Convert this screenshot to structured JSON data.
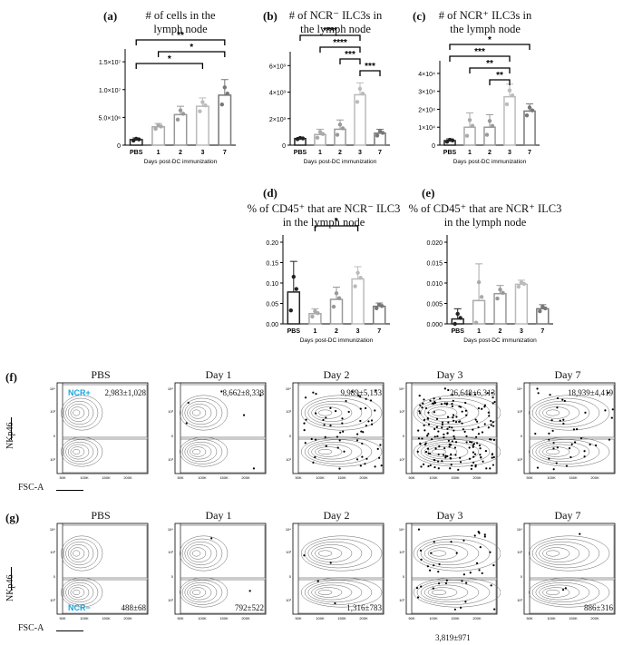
{
  "chart_data": [
    {
      "id": "a",
      "type": "bar",
      "label": "(a)",
      "title": "# of cells in the lymph node",
      "categories": [
        "PBS",
        "1",
        "2",
        "3",
        "7"
      ],
      "values": [
        1000000,
        3300000,
        5500000,
        7000000,
        9000000
      ],
      "errors": [
        300000,
        600000,
        1500000,
        1500000,
        2800000
      ],
      "ylim": [
        0,
        16000000
      ],
      "yticks": [
        "1.5×10⁷",
        "1.0×10⁷",
        "5.0×10⁶",
        "0"
      ],
      "ytick_vals": [
        15000000,
        10000000,
        5000000,
        0
      ],
      "xlabel": "Days post-DC immunization",
      "brackets": [
        {
          "from": 0,
          "to": 4,
          "sig": "**"
        },
        {
          "from": 1,
          "to": 4,
          "sig": "*"
        },
        {
          "from": 0,
          "to": 3,
          "sig": "*"
        }
      ]
    },
    {
      "id": "b",
      "type": "bar",
      "label": "(b)",
      "title": "# of NCR⁻ ILC3s in the lymph node",
      "categories": [
        "PBS",
        "1",
        "2",
        "3",
        "7"
      ],
      "values": [
        500,
        800,
        1200,
        3800,
        900
      ],
      "errors": [
        80,
        400,
        700,
        900,
        300
      ],
      "ylim": [
        0,
        6500
      ],
      "yticks": [
        "6×10³",
        "4×10³",
        "2×10³",
        "0"
      ],
      "ytick_vals": [
        6000,
        4000,
        2000,
        0
      ],
      "xlabel": "Days post-DC immunization",
      "brackets": [
        {
          "from": 0,
          "to": 3,
          "sig": "****"
        },
        {
          "from": 1,
          "to": 3,
          "sig": "****"
        },
        {
          "from": 2,
          "to": 3,
          "sig": "***"
        },
        {
          "from": 3,
          "to": 4,
          "sig": "***"
        }
      ]
    },
    {
      "id": "c",
      "type": "bar",
      "label": "(c)",
      "title": "# of NCR⁺ ILC3s in the lymph node",
      "categories": [
        "PBS",
        "1",
        "2",
        "3",
        "7"
      ],
      "values": [
        2500,
        10000,
        10000,
        27000,
        19000
      ],
      "errors": [
        1000,
        8000,
        7000,
        7000,
        4000
      ],
      "ylim": [
        0,
        43000
      ],
      "yticks": [
        "4×10⁴",
        "3×10⁴",
        "2×10⁴",
        "1×10⁴",
        "0"
      ],
      "ytick_vals": [
        40000,
        30000,
        20000,
        10000,
        0
      ],
      "xlabel": "Days post-DC immunization",
      "brackets": [
        {
          "from": 0,
          "to": 4,
          "sig": "*"
        },
        {
          "from": 0,
          "to": 3,
          "sig": "***"
        },
        {
          "from": 1,
          "to": 3,
          "sig": "**"
        },
        {
          "from": 2,
          "to": 3,
          "sig": "**"
        }
      ]
    },
    {
      "id": "d",
      "type": "bar",
      "label": "(d)",
      "title": "% of CD45⁺ that are NCR⁻ ILC3 in the lymph node",
      "categories": [
        "PBS",
        "1",
        "2",
        "3",
        "7"
      ],
      "values": [
        0.078,
        0.025,
        0.06,
        0.11,
        0.043
      ],
      "errors": [
        0.075,
        0.012,
        0.03,
        0.03,
        0.008
      ],
      "ylim": [
        0,
        0.2
      ],
      "yticks": [
        "0.20",
        "0.15",
        "0.10",
        "0.05",
        "0.00"
      ],
      "ytick_vals": [
        0.2,
        0.15,
        0.1,
        0.05,
        0
      ],
      "xlabel": "Days post-DC immunization",
      "brackets": [
        {
          "from": 1,
          "to": 3,
          "sig": "*"
        }
      ]
    },
    {
      "id": "e",
      "type": "bar",
      "label": "(e)",
      "title": "% of CD45⁺ that are NCR⁺ ILC3 in the lymph node",
      "categories": [
        "PBS",
        "1",
        "2",
        "3",
        "7"
      ],
      "values": [
        0.0012,
        0.0057,
        0.0074,
        0.0097,
        0.0037
      ],
      "errors": [
        0.0025,
        0.009,
        0.002,
        0.001,
        0.001
      ],
      "ylim": [
        0,
        0.02
      ],
      "yticks": [
        "0.020",
        "0.015",
        "0.010",
        "0.005",
        "0.000"
      ],
      "ytick_vals": [
        0.02,
        0.015,
        0.01,
        0.005,
        0
      ],
      "xlabel": "Days post-DC immunization",
      "brackets": []
    }
  ],
  "flow_f": {
    "label": "(f)",
    "tag": "NCR+",
    "panels": [
      {
        "name": "PBS",
        "stat": "2,983±1,028"
      },
      {
        "name": "Day 1",
        "stat": "8,662±8,338"
      },
      {
        "name": "Day 2",
        "stat": "9,989±5,153"
      },
      {
        "name": "Day 3",
        "stat": "26,648±6,313"
      },
      {
        "name": "Day 7",
        "stat": "18,939±4,419"
      }
    ]
  },
  "flow_g": {
    "label": "(g)",
    "tag": "NCR−",
    "panels": [
      {
        "name": "PBS",
        "stat": "488±68"
      },
      {
        "name": "Day 1",
        "stat": "792±522"
      },
      {
        "name": "Day 2",
        "stat": "1,316±783"
      },
      {
        "name": "Day 3",
        "stat": "3,819±971"
      },
      {
        "name": "Day 7",
        "stat": "886±316"
      }
    ]
  },
  "axes": {
    "y": "NKp46",
    "x": "FSC-A"
  },
  "flow_ticks_y": [
    "10⁴",
    "10³",
    "0",
    "-10³"
  ],
  "flow_ticks_x": [
    "50K",
    "100K",
    "150K",
    "200K"
  ]
}
